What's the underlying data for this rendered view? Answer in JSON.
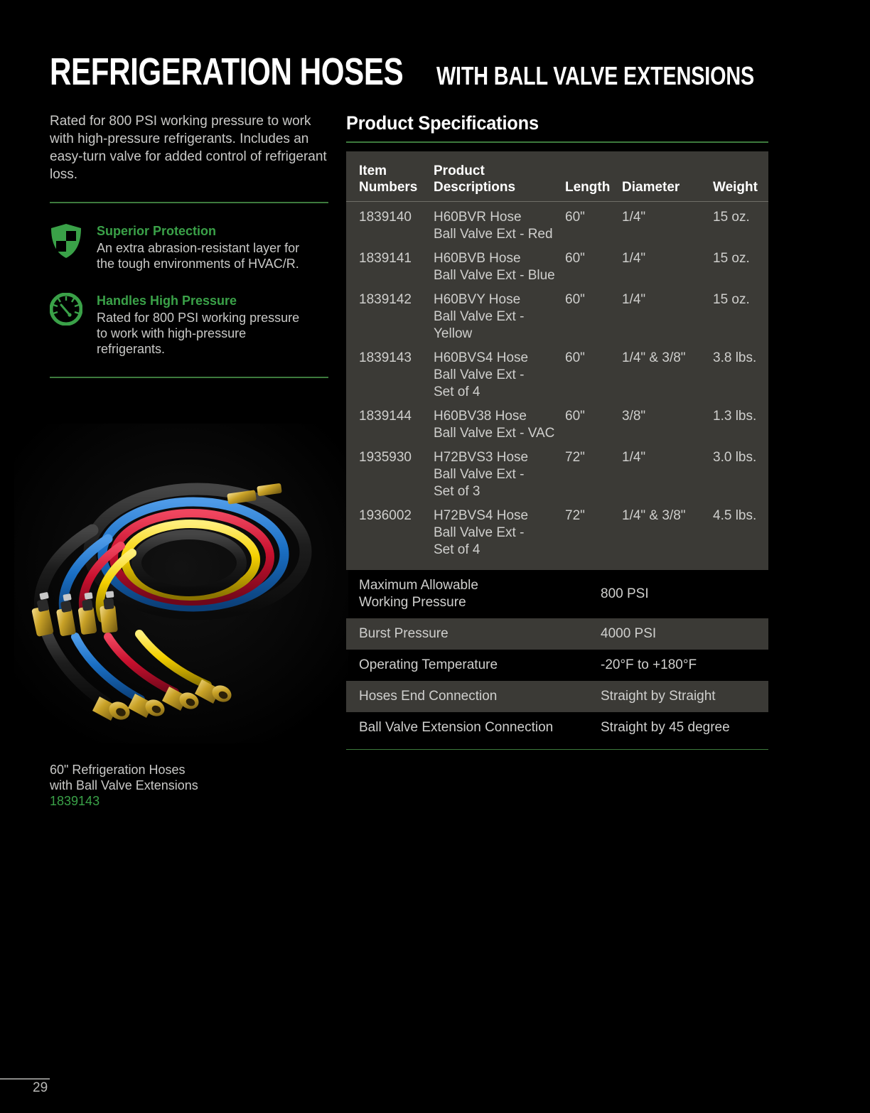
{
  "header": {
    "title_main": "REFRIGERATION HOSES",
    "title_sub": "WITH BALL VALVE EXTENSIONS"
  },
  "left": {
    "intro": "Rated for 800 PSI working pressure to work with high-pressure refrigerants. Includes an easy-turn valve for added control of refrigerant loss.",
    "features": [
      {
        "icon": "shield-icon",
        "title": "Superior Protection",
        "text": "An extra abrasion-resistant layer for the tough environments of HVAC/R."
      },
      {
        "icon": "pressure-gauge-icon",
        "title": "Handles High Pressure",
        "text": "Rated for 800 PSI working pressure to work with high-pressure refrigerants."
      }
    ],
    "caption_line1": "60\" Refrigeration Hoses",
    "caption_line2": "with Ball Valve Extensions",
    "caption_sku": "1839143"
  },
  "specs": {
    "heading": "Product Specifications",
    "columns": {
      "item": "Item\nNumbers",
      "description": "Product\nDescriptions",
      "length": "Length",
      "diameter": "Diameter",
      "weight": "Weight"
    },
    "rows": [
      {
        "item": "1839140",
        "description": "H60BVR Hose\nBall Valve Ext - Red",
        "length": "60\"",
        "diameter": "1/4\"",
        "weight": "15 oz."
      },
      {
        "item": "1839141",
        "description": "H60BVB Hose\nBall Valve Ext - Blue",
        "length": "60\"",
        "diameter": "1/4\"",
        "weight": "15 oz."
      },
      {
        "item": "1839142",
        "description": "H60BVY Hose\nBall Valve Ext - Yellow",
        "length": "60\"",
        "diameter": "1/4\"",
        "weight": "15 oz."
      },
      {
        "item": "1839143",
        "description": "H60BVS4 Hose\nBall Valve Ext -\nSet of 4",
        "length": "60\"",
        "diameter": "1/4\" & 3/8\"",
        "weight": "3.8 lbs."
      },
      {
        "item": "1839144",
        "description": "H60BV38 Hose\nBall Valve Ext - VAC",
        "length": "60\"",
        "diameter": "3/8\"",
        "weight": "1.3 lbs."
      },
      {
        "item": "1935930",
        "description": "H72BVS3 Hose\nBall Valve Ext -\nSet of 3",
        "length": "72\"",
        "diameter": "1/4\"",
        "weight": "3.0 lbs."
      },
      {
        "item": "1936002",
        "description": "H72BVS4 Hose\nBall Valve Ext -\nSet of 4",
        "length": "72\"",
        "diameter": "1/4\" & 3/8\"",
        "weight": "4.5 lbs."
      }
    ],
    "attributes": [
      {
        "label": "Maximum Allowable\nWorking Pressure",
        "value": "800 PSI"
      },
      {
        "label": "Burst Pressure",
        "value": "4000 PSI"
      },
      {
        "label": "Operating Temperature",
        "value": "-20°F to +180°F"
      },
      {
        "label": "Hoses End Connection",
        "value": "Straight by Straight"
      },
      {
        "label": "Ball Valve Extension Connection",
        "value": "Straight by 45 degree"
      }
    ]
  },
  "footer": {
    "page_number": "29"
  },
  "colors": {
    "background": "#000000",
    "accent_green": "#3aa148",
    "rule_green": "#3d7a3d",
    "panel_gray": "#3b3a36",
    "text_gray": "#c9c9c7",
    "hose_red": "#c8102e",
    "hose_blue": "#1a6fc4",
    "hose_yellow": "#f5d000",
    "hose_black": "#151515",
    "brass": "#c9a227"
  }
}
